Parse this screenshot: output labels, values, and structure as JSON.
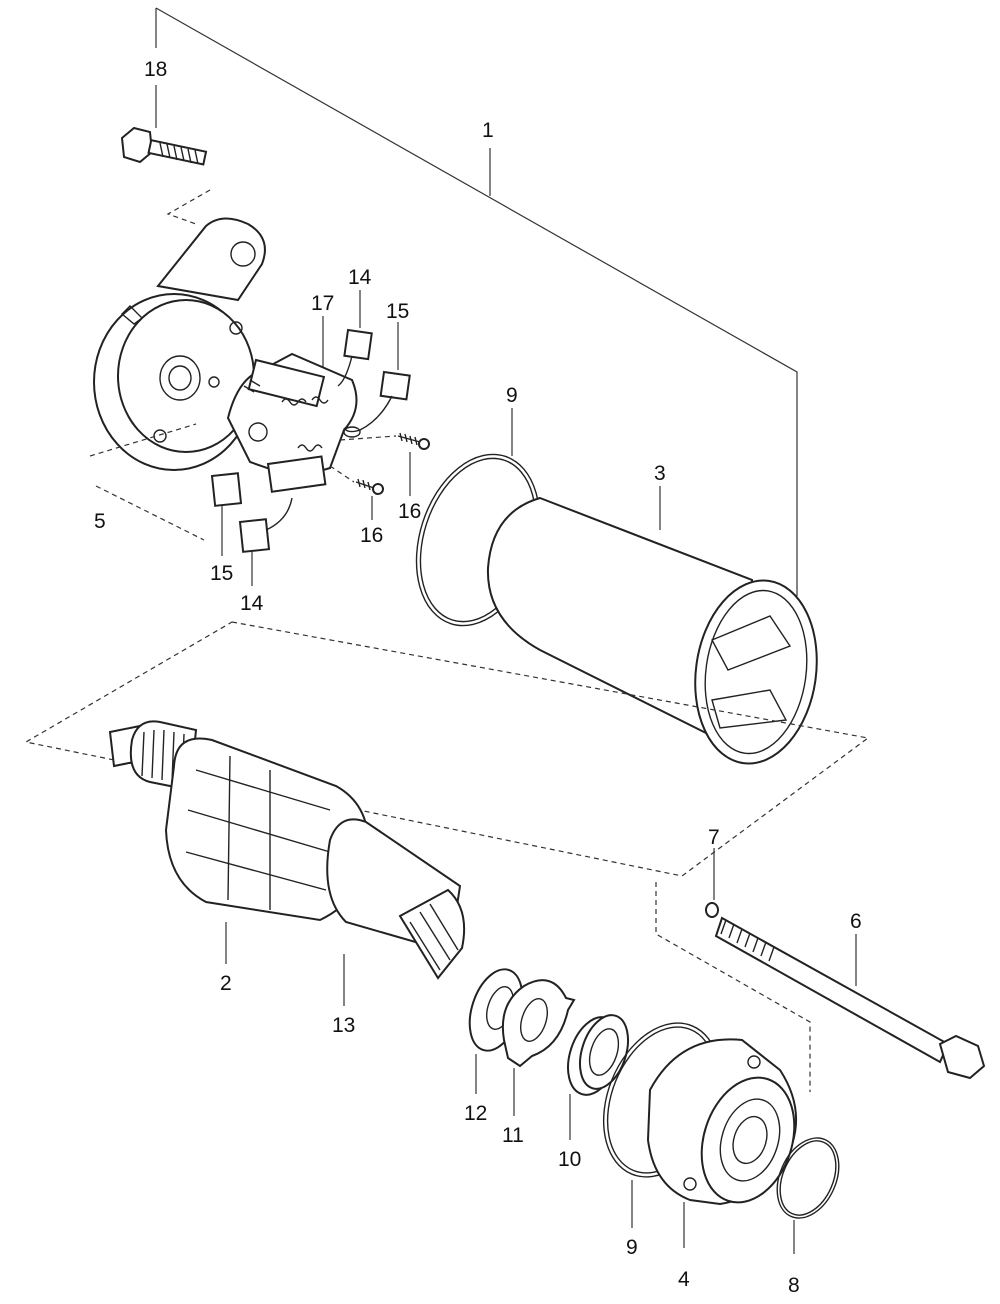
{
  "callouts": {
    "c1": "1",
    "c2": "2",
    "c3": "3",
    "c4": "4",
    "c5": "5",
    "c6": "6",
    "c7": "7",
    "c8": "8",
    "c9_top": "9",
    "c9_bottom": "9",
    "c10": "10",
    "c11": "11",
    "c12": "12",
    "c13": "13",
    "c14_top": "14",
    "c14_bottom": "14",
    "c15_top": "15",
    "c15_bottom": "15",
    "c16_right": "16",
    "c16_left": "16",
    "c17": "17",
    "c18": "18"
  }
}
